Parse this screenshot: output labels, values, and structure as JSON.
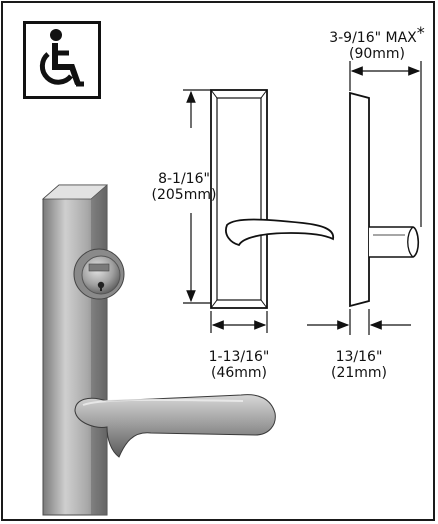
{
  "icon": {
    "name": "wheelchair-accessible-icon"
  },
  "dimensions": {
    "height": {
      "imperial": "8-1/16\"",
      "metric": "(205mm)"
    },
    "width": {
      "imperial": "1-13/16\"",
      "metric": "(46mm)"
    },
    "thickness": {
      "imperial": "13/16\"",
      "metric": "(21mm)"
    },
    "projection": {
      "imperial": "3-9/16\" MAX",
      "asterisk": "*",
      "metric": "(90mm)"
    }
  },
  "colors": {
    "metal_light": "#c9c9c9",
    "metal_dark": "#6e6e6e",
    "line": "#111111"
  }
}
